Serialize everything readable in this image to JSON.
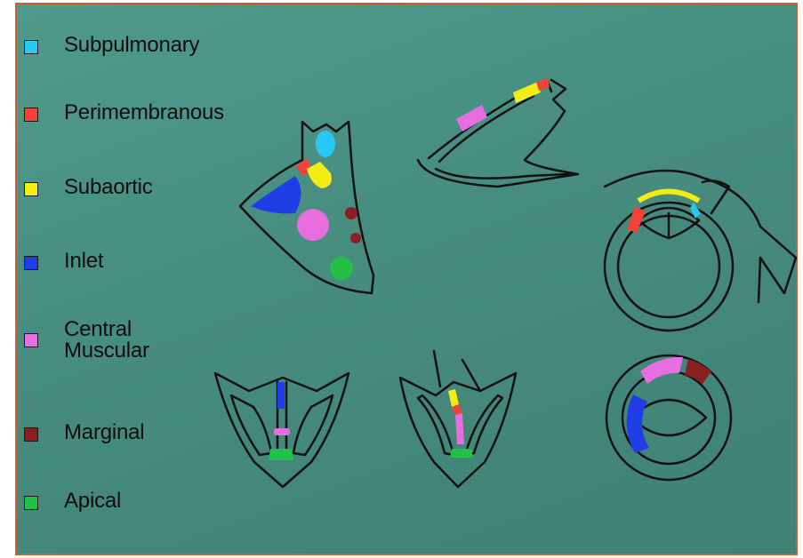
{
  "legend": [
    {
      "label": "Subpulmonary",
      "color": "#29c8f0"
    },
    {
      "label": "Perimembranous",
      "color": "#f0443a"
    },
    {
      "label": "Subaortic",
      "color": "#f5ec14"
    },
    {
      "label": "Inlet",
      "color": "#1f3ee6"
    },
    {
      "label": "Central\nMuscular",
      "color": "#e66ee0"
    },
    {
      "label": "Marginal",
      "color": "#8a1f1f"
    },
    {
      "label": "Apical",
      "color": "#22c046"
    }
  ]
}
